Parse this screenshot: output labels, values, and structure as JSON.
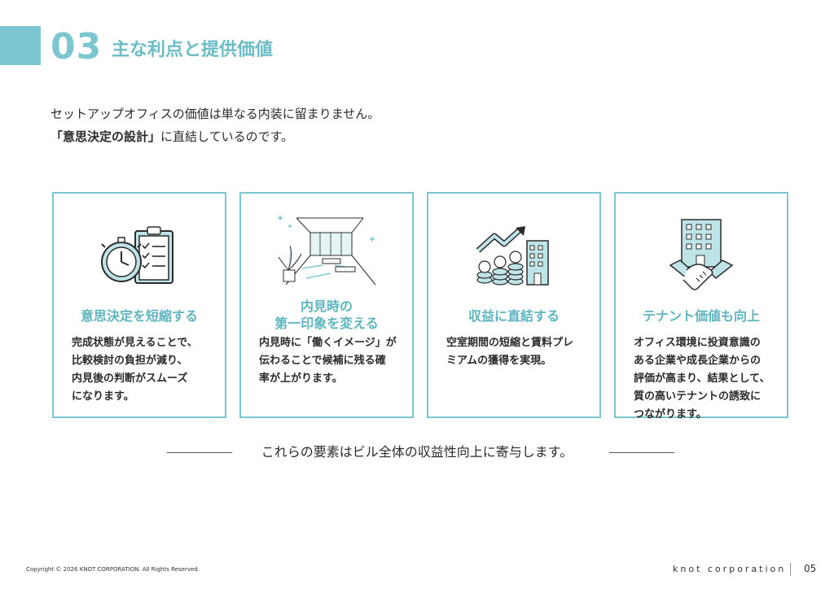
{
  "header": {
    "number": "03",
    "title": "主な利点と提供価値"
  },
  "intro": {
    "line1": "セットアップオフィスの価値は単なる内装に留まりません。",
    "line2_emphasis": "「意思決定の設計」",
    "line2_rest": "に直結しているのです。"
  },
  "cards": [
    {
      "icon": "stopwatch-clipboard-icon",
      "title_lines": [
        "意思決定を短縮する"
      ],
      "desc_lines": [
        "完成状態が見えることで、",
        "比較検討の負担が減り、",
        "内見後の判断がスムーズ",
        "になります。"
      ]
    },
    {
      "icon": "office-interior-icon",
      "title_lines": [
        "内見時の",
        "第一印象を変える"
      ],
      "desc_lines": [
        "内見時に「働くイメージ」が",
        "伝わることで候補に残る確",
        "率が上がります。"
      ]
    },
    {
      "icon": "revenue-growth-icon",
      "title_lines": [
        "収益に直結する"
      ],
      "desc_lines": [
        "空室期間の短縮と賃料プレ",
        "ミアムの獲得を実現。"
      ]
    },
    {
      "icon": "handshake-building-icon",
      "title_lines": [
        "テナント価値も向上"
      ],
      "desc_lines": [
        "オフィス環境に投資意識の",
        "ある企業や成長企業からの",
        "評価が高まり、結果として、",
        "質の高いテナントの誘致に",
        "つながります。"
      ]
    }
  ],
  "summary": "これらの要素はビル全体の収益性向上に寄与します。",
  "footer": {
    "copyright": "Copyright © 2026 KNOT CORPORATION. All Rights Reserved.",
    "brand": "knot corporation",
    "page": "05"
  },
  "colors": {
    "accent": "#7cc7cf",
    "accent_text": "#5fb5bf",
    "text": "#2b2b2b"
  }
}
